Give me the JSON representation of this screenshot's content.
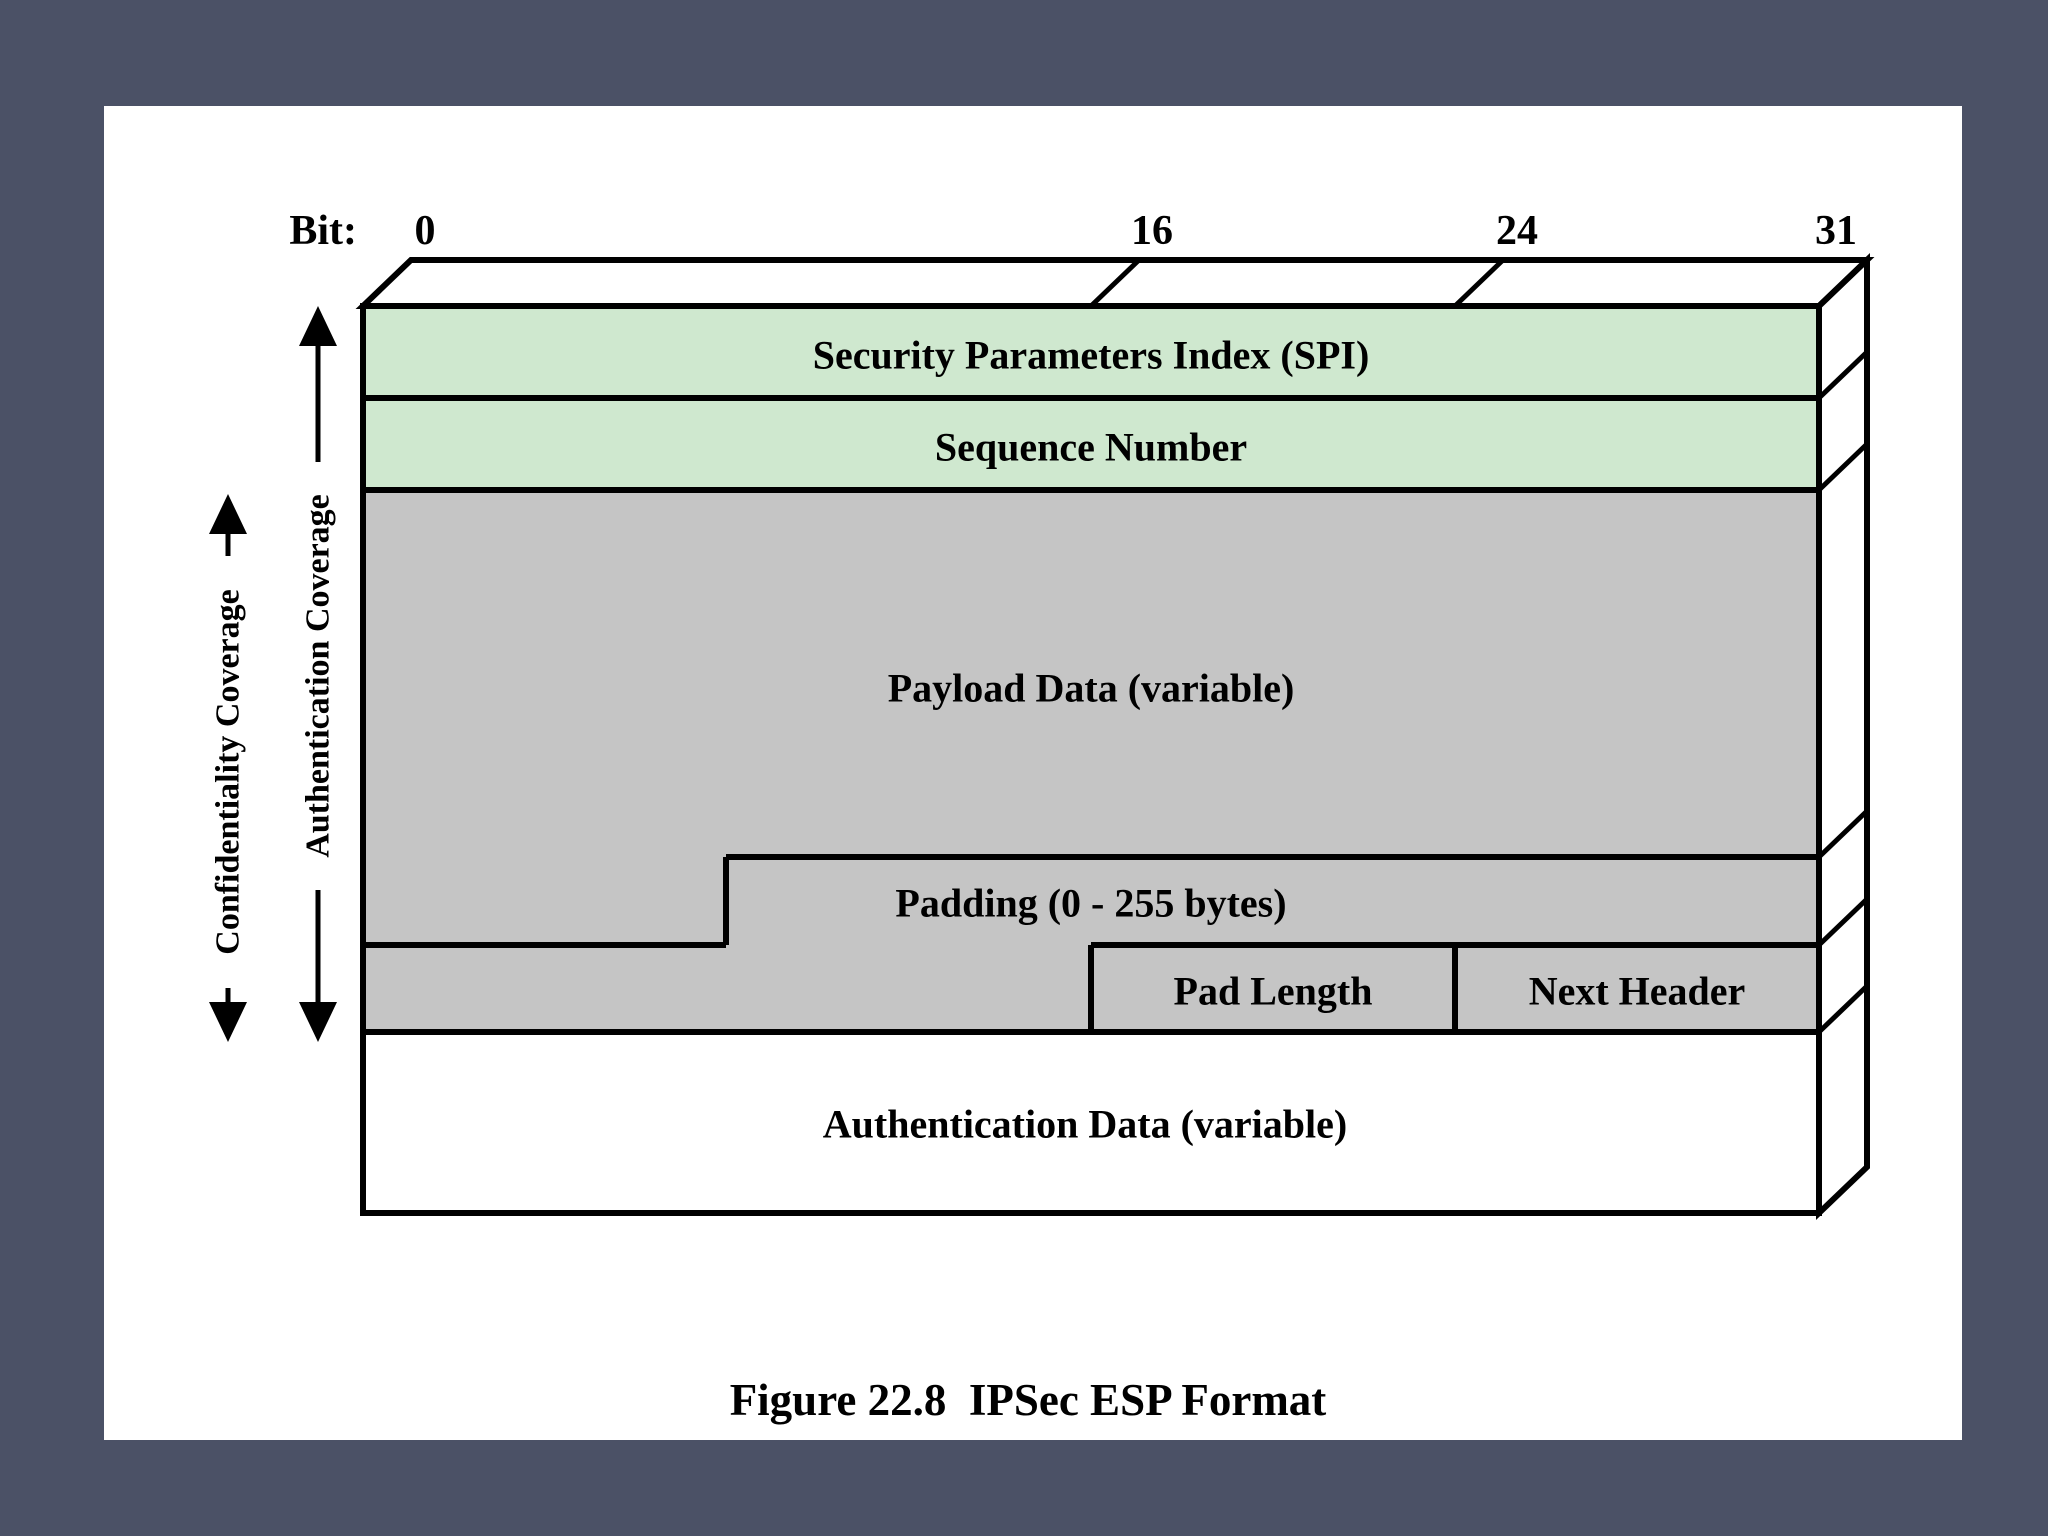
{
  "page": {
    "background_color": "#4b5166",
    "paper_color": "#ffffff"
  },
  "figure": {
    "bit_axis": {
      "label": "Bit:",
      "ticks": [
        "0",
        "16",
        "24",
        "31"
      ]
    },
    "fields": {
      "spi": "Security Parameters Index (SPI)",
      "sequence": "Sequence Number",
      "payload": "Payload Data (variable)",
      "padding": "Padding (0 - 255 bytes)",
      "pad_length": "Pad Length",
      "next_header": "Next Header",
      "auth_data": "Authentication Data (variable)"
    },
    "coverage_arrows": {
      "confidentiality": "Confidentiality Coverage",
      "authentication": "Authentication Coverage"
    },
    "caption": "Figure 22.8  IPSec ESP Format",
    "colors": {
      "green_field": "#cfe8cf",
      "gray_field": "#c5c5c5",
      "white_field": "#ffffff",
      "depth_face": "#8f8f8f",
      "line": "#000000"
    }
  }
}
